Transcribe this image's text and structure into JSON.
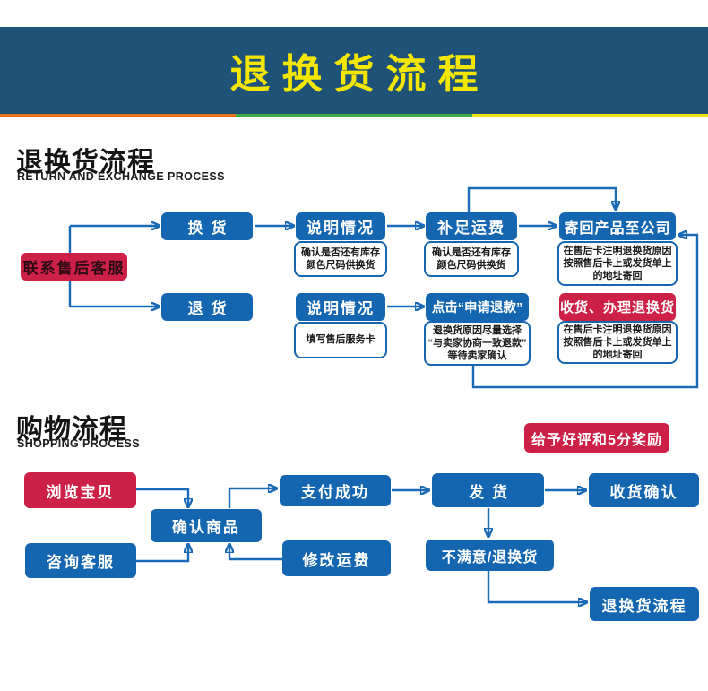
{
  "banner": {
    "title": "退换货流程"
  },
  "colors": {
    "banner_bg": "#1E5377",
    "banner_title": "#F4E600",
    "node_blue": "#1566B1",
    "node_red": "#CD2047",
    "arrow_blue": "#1A6AB5",
    "stripe_orange": "#E5731C",
    "stripe_green": "#3DAB4B",
    "stripe_yellow": "#F0E30B"
  },
  "return_section": {
    "title": "退换货流程",
    "subtitle": "RETURN AND EXCHANGE PROCESS",
    "nodes": {
      "contact": "联系售后客服",
      "exchange": "换货",
      "explain_exchange": "说明情况",
      "pay_freight": "补足运费",
      "send_back": "寄回产品至公司",
      "return_goods": "退货",
      "explain_return": "说明情况",
      "apply_refund": "点击“申请退款”",
      "receive_handle": "收货、办理退换货"
    },
    "notes": {
      "explain_exchange": "确认是否还有库存\n颜色尺码供换货",
      "pay_freight": "确认是否还有库存\n颜色尺码供换货",
      "send_back": "在售后卡注明退换货原因\n按照售后卡上或发货单上\n的地址寄回",
      "explain_return": "填写售后服务卡",
      "apply_refund": "退换货原因尽量选择\n“与卖家协商一致退款”\n等待卖家确认",
      "receive_handle": "在售后卡注明退换货原因\n按照售后卡上或发货单上\n的地址寄回"
    }
  },
  "shopping_section": {
    "title": "购物流程",
    "subtitle": "SHOPPING PROCESS",
    "badge": "给予好评和5分奖励",
    "nodes": {
      "browse": "浏览宝贝",
      "confirm": "确认商品",
      "pay_success": "支付成功",
      "ship": "发货",
      "receive_confirm": "收货确认",
      "consult": "咨询客服",
      "modify_freight": "修改运费",
      "unsatisfied": "不满意/退换货",
      "return_flow": "退换货流程"
    }
  }
}
